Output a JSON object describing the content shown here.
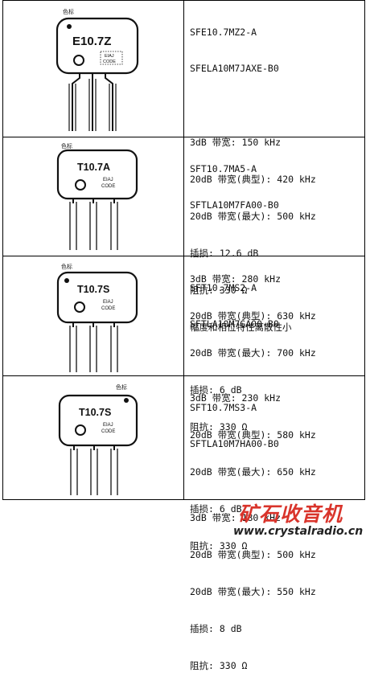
{
  "color_tag": "色标",
  "parts": [
    {
      "model": "E10.7Z",
      "lines": [
        "SFE10.7MZ2-A",
        "SFELA10M7JAXE-B0",
        "",
        "3dB 带宽: 150 kHz",
        "20dB 带宽(典型): 420 kHz",
        "20dB 带宽(最大): 500 kHz",
        "插损: 12.6 dB",
        "阻抗: 330 Ω",
        "幅度和相位特性离散性小"
      ]
    },
    {
      "model": "T10.7A",
      "lines": [
        "SFT10.7MA5-A",
        "SFTLA10M7FA00-B0",
        "",
        "3dB 带宽: 280 kHz",
        "20dB 带宽(典型): 630 kHz",
        "20dB 带宽(最大): 700 kHz",
        "插损: 6 dB",
        "阻抗: 330 Ω"
      ]
    },
    {
      "model": "T10.7S",
      "lines": [
        "SFT10.7MS2-A",
        "SFTLA10M7GA00-B0",
        "",
        "3dB 带宽: 230 kHz",
        "20dB 带宽(典型): 580 kHz",
        "20dB 带宽(最大): 650 kHz",
        "插损: 6 dB",
        "阻抗: 330 Ω"
      ]
    },
    {
      "model": "T10.7S",
      "lines": [
        "SFT10.7MS3-A",
        "SFTLA10M7HA00-B0",
        "",
        "3dB 带宽: 180 kHz",
        "20dB 带宽(典型): 500 kHz",
        "20dB 带宽(最大): 550 kHz",
        "插损: 8 dB",
        "阻抗: 330 Ω"
      ]
    }
  ],
  "chip_marks": {
    "line1": "EIAJ",
    "line2": "CODE"
  },
  "watermark": {
    "brand": "矿石收音机",
    "site": "www.crystalradio.cn"
  },
  "colors": {
    "brand": "#d9342b",
    "ink": "#111111"
  }
}
